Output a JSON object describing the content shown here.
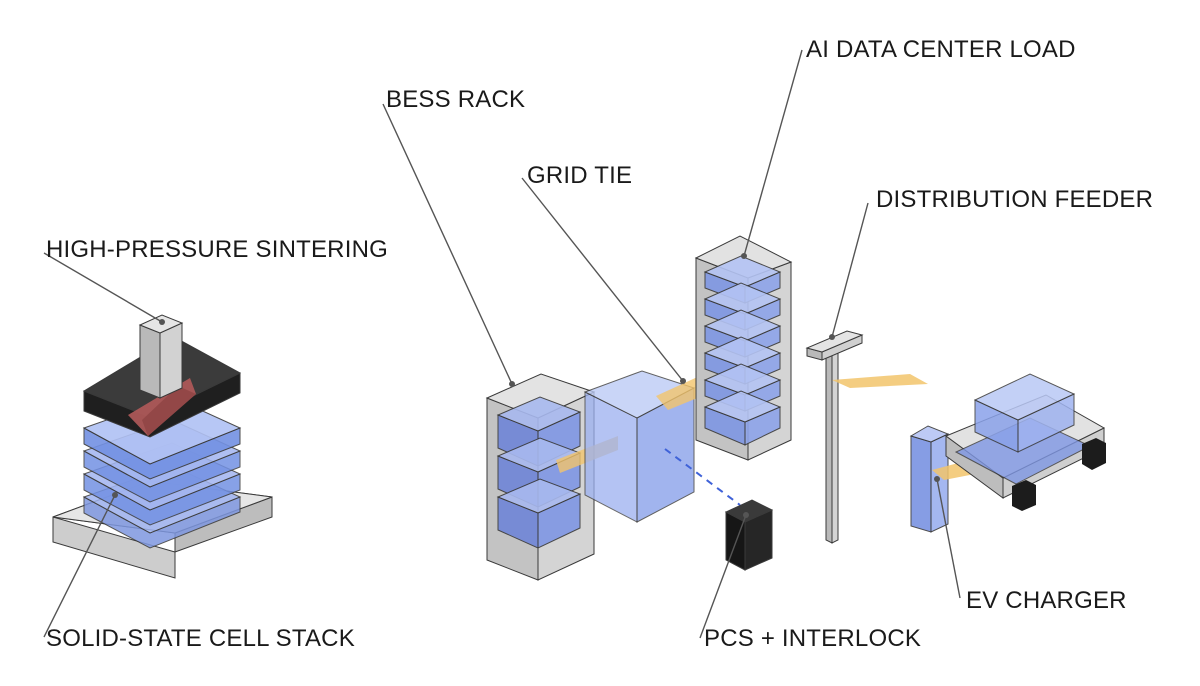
{
  "labels": {
    "ai_data_center_load": "AI DATA CENTER LOAD",
    "bess_rack": "BESS RACK",
    "grid_tie": "GRID TIE",
    "distribution_feeder": "DISTRIBUTION FEEDER",
    "high_pressure_sintering": "HIGH-PRESSURE SINTERING",
    "solid_state_cell_stack": "SOLID-STATE CELL STACK",
    "pcs_interlock": "PCS + INTERLOCK",
    "ev_charger": "EV CHARGER"
  },
  "colors": {
    "concrete": "#cfcfcf",
    "cell_blue": "#6f8ee8",
    "cell_blue_light": "#a9bcf5",
    "power_flow": "#f2c46b",
    "sinter_red": "#b25a5a",
    "dark_metal": "#2b2b2b",
    "leader_line": "#555555"
  }
}
